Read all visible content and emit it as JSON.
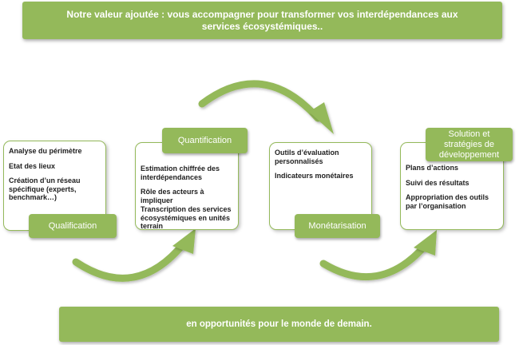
{
  "header": {
    "text": "Notre valeur ajoutée : vous accompagner pour transformer vos interdépendances aux services écosystémiques.."
  },
  "footer": {
    "text": "en opportunités pour le monde de demain."
  },
  "colors": {
    "accent": "#94b95a",
    "panel_border": "#94b95a",
    "text": "#1e1e1e"
  },
  "steps": [
    {
      "label": "Qualification",
      "items": [
        "Analyse du périmètre",
        "Etat des lieux",
        "Création d’un réseau spécifique (experts, benchmark…)"
      ]
    },
    {
      "label": "Quantification",
      "items": [
        "Estimation chiffrée des interdépendances",
        "Rôle des acteurs à impliquer",
        "Transcription des services écosystémiques en unités terrain"
      ]
    },
    {
      "label": "Monétarisation",
      "items": [
        "Outils d’évaluation personnalisés",
        "Indicateurs monétaires"
      ]
    },
    {
      "label": "Solution et stratégies de développement",
      "items": [
        "Plans d’actions",
        "Suivi des résultats",
        "Appropriation des outils par l’organisation"
      ]
    }
  ]
}
